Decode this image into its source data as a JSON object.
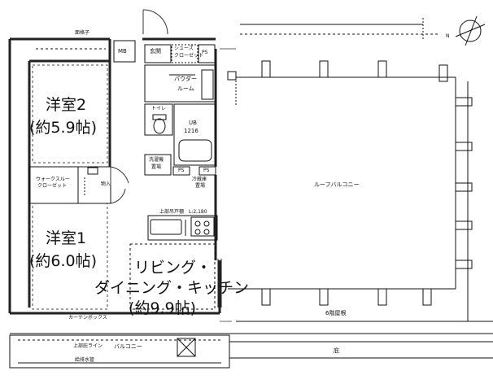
{
  "rooms": {
    "bedroom2": {
      "name": "洋室2",
      "size": "(約5.9帖)"
    },
    "bedroom1": {
      "name": "洋室1",
      "size": "(約6.0帖)"
    },
    "ldk": {
      "line1": "リビング・",
      "line2": "ダイニング・キッチン",
      "line3": "(約9.9帖)"
    }
  },
  "labels": {
    "mb": "MB",
    "entrance": "玄関",
    "shoe_closet": "シューズ",
    "shoe_closet2": "クローゼット",
    "ps_top": "PS",
    "powder_room1": "パウダー",
    "powder_room2": "ルーム",
    "toilet": "トイレ",
    "ub1": "UB",
    "ub2": "1216",
    "washer1": "洗濯機",
    "washer2": "置場",
    "ps_mid1": "PS",
    "ps_mid2": "PS",
    "fridge1": "冷蔵庫",
    "fridge2": "置場",
    "walkin1": "ウォークスルー",
    "walkin2": "クローゼット",
    "storage": "物入",
    "upper_shelf_kitchen": "上部吊戸棚",
    "ih": "L:2,180",
    "roof_balcony": "ルーフバルコニー",
    "floor6_roof": "6階屋根",
    "curtain_box": "カーテンボックス",
    "sash_top": "面格子",
    "sash_bottom": "カーテンボックス",
    "balcony": "バルコニー",
    "upper_ceiling_line": "上部庇ライン",
    "floor_drain": "給排水管",
    "niwa": "庇",
    "north": "N"
  },
  "colors": {
    "line": "#111111",
    "wall": "#2a2a2a",
    "hatch": "#666666"
  }
}
